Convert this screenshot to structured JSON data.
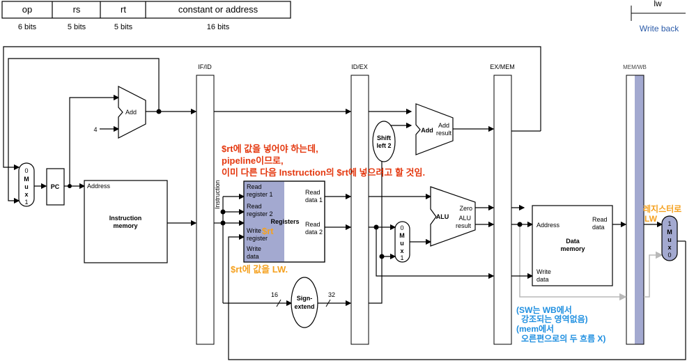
{
  "format_table": {
    "fields": [
      {
        "name": "op",
        "bits": "6 bits"
      },
      {
        "name": "rs",
        "bits": "5 bits"
      },
      {
        "name": "rt",
        "bits": "5 bits"
      },
      {
        "name": "constant or address",
        "bits": "16 bits"
      }
    ]
  },
  "stage_legend": {
    "instr": "lw",
    "stage": "Write back"
  },
  "pipeline_registers": {
    "if_id": "IF/ID",
    "id_ex": "ID/EX",
    "ex_mem": "EX/MEM",
    "mem_wb": "MEM/WB"
  },
  "blocks": {
    "add": "Add",
    "const4": "4",
    "pc": "PC",
    "mux_pc": [
      "0",
      "M",
      "u",
      "x",
      "1"
    ],
    "address": "Address",
    "imem_line1": "Instruction",
    "imem_line2": "memory",
    "instruction": "Instruction",
    "reg_read1_a": "Read",
    "reg_read1_b": "register 1",
    "reg_read2_a": "Read",
    "reg_read2_b": "register 2",
    "reg_write_reg_a": "Write",
    "reg_write_reg_b": "register",
    "reg_write_data_a": "Write",
    "reg_write_data_b": "data",
    "registers": "Registers",
    "read_data1_a": "Read",
    "read_data1_b": "data 1",
    "read_data2_a": "Read",
    "read_data2_b": "data 2",
    "shift_a": "Shift",
    "shift_b": "left 2",
    "add2": "Add",
    "add_result_a": "Add",
    "add_result_b": "result",
    "mux_alu": [
      "0",
      "M",
      "u",
      "x",
      "1"
    ],
    "alu": "ALU",
    "zero": "Zero",
    "alu_result_a": "ALU",
    "alu_result_b": "result",
    "dmem_address": "Address",
    "dmem_read_a": "Read",
    "dmem_read_b": "data",
    "dmem_line1": "Data",
    "dmem_line2": "memory",
    "dmem_write_a": "Write",
    "dmem_write_b": "data",
    "mux_wb": [
      "1",
      "M",
      "u",
      "x",
      "0"
    ],
    "bits16": "16",
    "bits32": "32",
    "sign_a": "Sign-",
    "sign_b": "extend"
  },
  "annotations": {
    "red_line1": "$rt에 값을 넣어야 하는데,",
    "red_line2": "pipeline이므로,",
    "red_line3": "이미 다른 다음 Instruction의 $rt에 넣으려고 할 것임.",
    "orange_rt": "$rt",
    "orange_lw": "$rt에 값을 LW.",
    "orange_right1": "레지스터로",
    "orange_right2": "LW",
    "blue_line1": "(SW는 WB에서",
    "blue_line2": "강조되는 영역없음)",
    "blue_line3": "(mem에서",
    "blue_line4": "오른편으로의 두 흐름 X)"
  },
  "colors": {
    "highlight": "#a3a9d0",
    "red": "#e4380f",
    "orange": "#f5a11f",
    "blue": "#1f8fe0",
    "wire": "#000000",
    "gray_wire": "#b9b9b9"
  }
}
